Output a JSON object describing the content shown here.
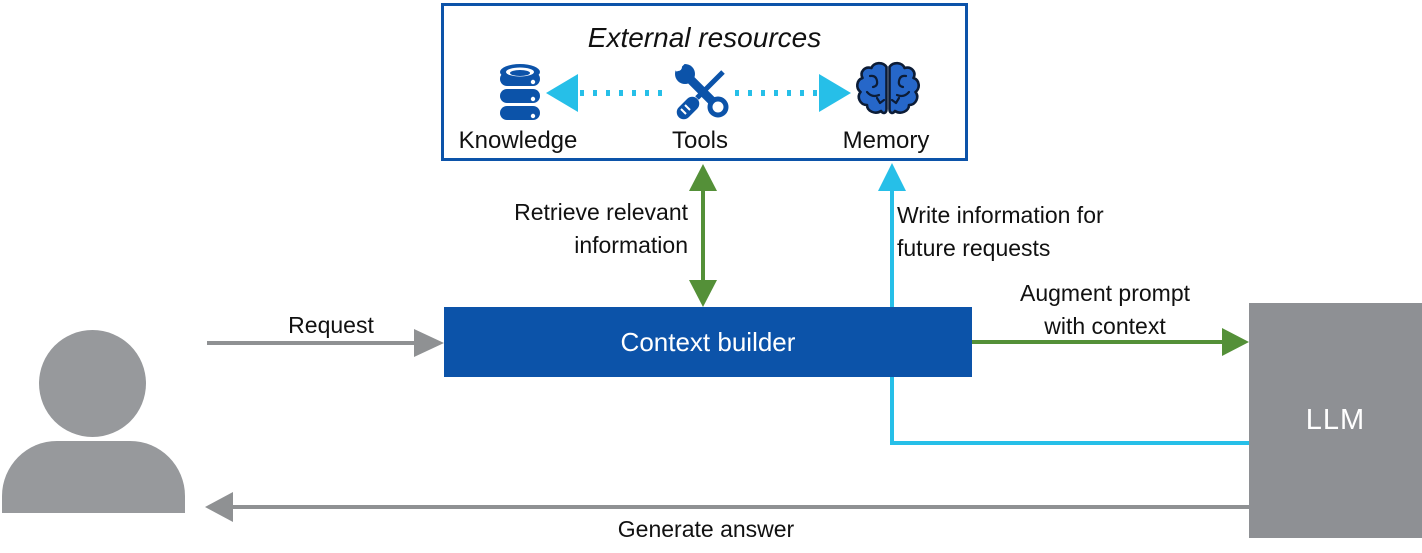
{
  "diagram": {
    "external_resources": {
      "title": "External resources",
      "items": [
        {
          "label": "Knowledge",
          "icon": "database-icon"
        },
        {
          "label": "Tools",
          "icon": "tools-icon"
        },
        {
          "label": "Memory",
          "icon": "brain-icon"
        }
      ]
    },
    "nodes": {
      "user": {
        "icon": "person-icon"
      },
      "context_builder": {
        "label": "Context builder"
      },
      "llm": {
        "label": "LLM"
      }
    },
    "edges": {
      "request": {
        "label": "Request",
        "color": "#8f9193",
        "from": "user",
        "to": "context_builder"
      },
      "retrieve": {
        "lines": [
          "Retrieve relevant",
          "information"
        ],
        "color": "#549038",
        "from": "context_builder",
        "to": "external_resources",
        "direction": "bidirectional"
      },
      "write": {
        "lines": [
          "Write information for",
          "future requests"
        ],
        "color": "#26bfe8",
        "from": "llm",
        "to": "memory"
      },
      "augment": {
        "lines": [
          "Augment prompt",
          "with context"
        ],
        "color": "#549038",
        "from": "context_builder",
        "to": "llm"
      },
      "generate": {
        "label": "Generate answer",
        "color": "#8f9193",
        "from": "llm",
        "to": "user"
      },
      "tools_knowledge": {
        "style": "dotted",
        "color": "#26bfe8"
      },
      "tools_memory": {
        "style": "dotted",
        "color": "#26bfe8"
      }
    },
    "colors": {
      "primary_blue": "#0c53a9",
      "green": "#549038",
      "cyan": "#26bfe8",
      "gray": "#8f9193",
      "llm_gray": "#8e9094",
      "person_gray": "#97999c"
    }
  }
}
